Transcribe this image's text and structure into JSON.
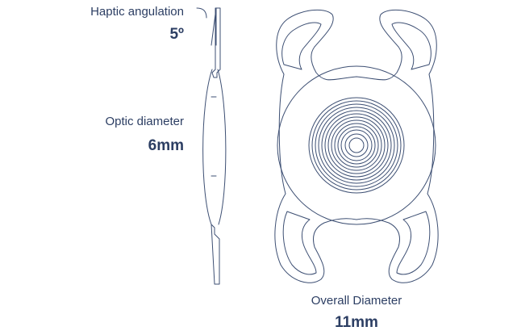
{
  "colors": {
    "line": "#3d4f73",
    "text": "#2c3e63",
    "background": "#ffffff"
  },
  "annotations": {
    "haptic_angulation": {
      "label": "Haptic angulation",
      "value": "5º"
    },
    "optic_diameter": {
      "label": "Optic diameter",
      "value": "6mm"
    },
    "overall_diameter": {
      "label": "Overall Diameter",
      "value": "11mm"
    }
  }
}
